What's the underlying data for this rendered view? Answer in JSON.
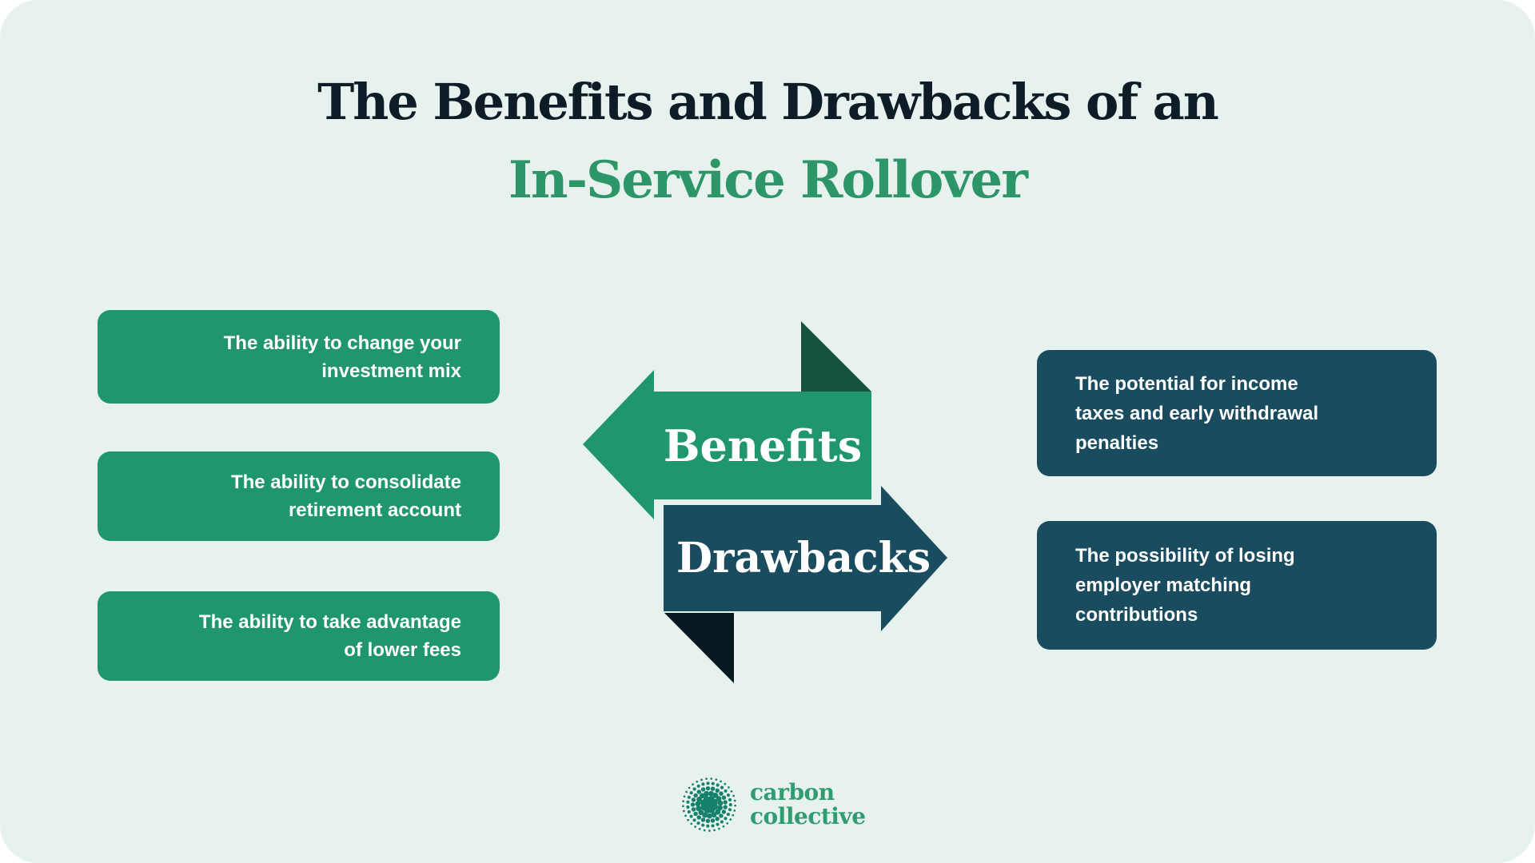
{
  "title": {
    "line1": "The Benefits and Drawbacks of an",
    "line2": "In-Service Rollover"
  },
  "benefits": {
    "label": "Benefits",
    "items": [
      "The ability to change your investment mix",
      "The ability to consolidate retirement account",
      "The ability to take advantage of lower fees"
    ]
  },
  "drawbacks": {
    "label": "Drawbacks",
    "items": [
      "The potential for income taxes and early withdrawal penalties",
      "The possibility of losing employer matching contributions"
    ]
  },
  "logo": {
    "line1": "carbon",
    "line2": "collective"
  },
  "colors": {
    "page_background": "#FFFFFF",
    "card_background": "#E7F2EF",
    "green": "#20966F",
    "green_fold": "#15523F",
    "teal": "#1A4C60",
    "navy_fold": "#061820",
    "title_dark": "#0D1C26",
    "title_green": "#2D9669",
    "logo_green": "#2F9C72",
    "logo_dots": "#17806A",
    "text_white": "#FFFFFF"
  }
}
